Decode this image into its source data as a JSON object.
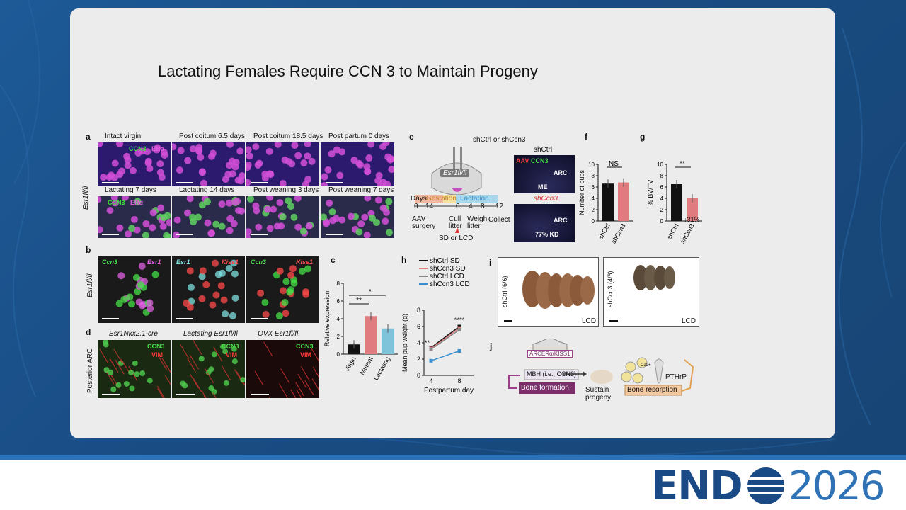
{
  "slide": {
    "title": "Lactating Females Require CCN 3 to Maintain Progeny"
  },
  "logo": {
    "part1": "END",
    "part2": "2026"
  },
  "panel_a": {
    "label": "a",
    "genotype": "Esr1fl/fl",
    "headers_top": [
      "Intact virgin",
      "Post coitum 6.5 days",
      "Post coitum 18.5 days",
      "Post partum 0 days"
    ],
    "headers_bottom": [
      "Lactating 7 days",
      "Lactating 14 days",
      "Post weaning 3 days",
      "Post weaning 7 days"
    ],
    "stain1": "CCN3",
    "stain2": "ERα"
  },
  "panel_b": {
    "label": "b",
    "genotype": "Esr1fl/fl",
    "pairs": [
      [
        "Ccn3",
        "Esr1"
      ],
      [
        "Esr1",
        "Kiss1"
      ],
      [
        "Ccn3",
        "Kiss1"
      ]
    ]
  },
  "panel_c": {
    "label": "c",
    "ylabel": "Relative expression",
    "sig1": "**",
    "sig2": "*"
  },
  "panel_d": {
    "label": "d",
    "rowlabel": "Posterior ARC",
    "headers": [
      "Esr1Nkx2.1-cre",
      "Lactating Esr1fl/fl",
      "OVX Esr1fl/fl"
    ],
    "stain1": "CCN3",
    "stain2": "VIM"
  },
  "panel_e": {
    "label": "e",
    "header": "shCtrl or shCcn3",
    "brain_label": "Esr1fl/fl",
    "timeline_days_label": "Days",
    "phase_gestation": "Gestation",
    "phase_lactation": "Lactation",
    "ticks": [
      "0",
      "14",
      "0",
      "4",
      "8",
      "12"
    ],
    "events": [
      "AAV surgery",
      "Cull litter",
      "Weigh litter",
      "Collect"
    ],
    "diet": "SD or LCD",
    "img1_title": "shCtrl",
    "img1_aav": "AAV",
    "img1_ccn3": "CCN3",
    "img1_arc": "ARC",
    "img1_me": "ME",
    "img2_title": "shCcn3",
    "img2_arc": "ARC",
    "img2_kd": "77% KD"
  },
  "panel_f": {
    "label": "f",
    "ylabel": "Number of pups",
    "sig": "NS",
    "xlabels": [
      "shCtrl",
      "shCcn3"
    ]
  },
  "panel_g": {
    "label": "g",
    "ylabel": "% BV/TV",
    "sig": "**",
    "annotation": "↓31%",
    "xlabels": [
      "shCtrl",
      "shCcn3"
    ]
  },
  "panel_h": {
    "label": "h",
    "ylabel": "Mean pup weight (g)",
    "xlabel": "Postpartum day",
    "sig1": "**",
    "sig2": "****"
  },
  "panel_i": {
    "label": "i",
    "img1_label": "shCtrl (6/6)",
    "img1_diet": "LCD",
    "img2_label": "shCcn3 (4/6)",
    "img2_diet": "LCD"
  },
  "panel_j": {
    "label": "j",
    "arc": "ARCERα/KISS1",
    "mbh": "MBH (i.e., CCN3)",
    "bone_formation": "Bone formation",
    "sustain": "Sustain progeny",
    "bone_resorption": "Bone resorption",
    "pthrp": "PTHrP",
    "ca": "Ca2+"
  },
  "chart_data": [
    {
      "type": "bar",
      "categories": [
        "Virgin",
        "Mutant",
        "Lactating"
      ],
      "values": [
        1.1,
        4.3,
        2.9
      ],
      "ylabel": "Relative expression",
      "yticks": [
        0,
        2,
        4,
        6,
        8
      ],
      "ylim": [
        0,
        8
      ],
      "colors": [
        "#111111",
        "#e07b80",
        "#7fc3da"
      ]
    },
    {
      "type": "bar",
      "categories": [
        "shCtrl",
        "shCcn3"
      ],
      "values": [
        6.6,
        6.8
      ],
      "ylabel": "Number of pups",
      "yticks": [
        0,
        2,
        4,
        6,
        8,
        10
      ],
      "ylim": [
        0,
        10
      ],
      "colors": [
        "#111111",
        "#e07b80"
      ]
    },
    {
      "type": "bar",
      "categories": [
        "shCtrl",
        "shCcn3"
      ],
      "values": [
        6.5,
        4.0
      ],
      "ylabel": "% BV/TV",
      "yticks": [
        0,
        2,
        4,
        6,
        8,
        10
      ],
      "ylim": [
        0,
        10
      ],
      "colors": [
        "#111111",
        "#e07b80"
      ]
    },
    {
      "type": "line",
      "x": [
        4,
        8
      ],
      "xticks": [
        "4",
        "8"
      ],
      "yticks": [
        0,
        2,
        4,
        6,
        8
      ],
      "ylim": [
        0,
        8
      ],
      "ylabel": "Mean pup weight (g)",
      "xlabel": "Postpartum day",
      "series": [
        {
          "name": "shCtrl SD",
          "values": [
            3.4,
            6.0
          ],
          "color": "#111111"
        },
        {
          "name": "shCcn3 SD",
          "values": [
            3.3,
            5.8
          ],
          "color": "#e07b80"
        },
        {
          "name": "shCtrl LCD",
          "values": [
            3.2,
            5.6
          ],
          "color": "#888888"
        },
        {
          "name": "shCcn3 LCD",
          "values": [
            1.8,
            3.0
          ],
          "color": "#3b8fcf"
        }
      ]
    }
  ]
}
